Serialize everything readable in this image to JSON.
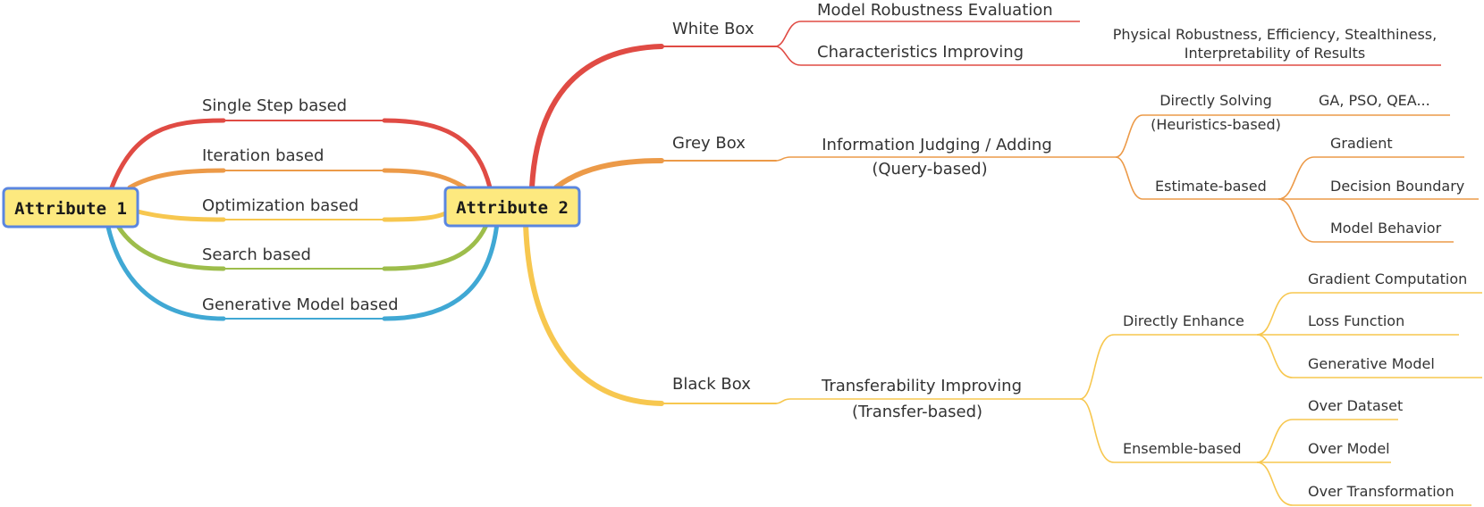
{
  "colors": {
    "red": "#e04b44",
    "orange": "#ec9a48",
    "yellow": "#f7c74f",
    "green": "#9dbd4b",
    "blue": "#40a8d4",
    "root_fill": "#fde97f",
    "root_border": "#5a86e0"
  },
  "roots": {
    "attribute1": "Attribute 1",
    "attribute2": "Attribute 2"
  },
  "methods": {
    "single_step": "Single Step based",
    "iteration": "Iteration based",
    "optimization": "Optimization based",
    "search": "Search based",
    "generative": "Generative Model based"
  },
  "white_box": {
    "label": "White Box",
    "robustness": "Model Robustness Evaluation",
    "characteristics": "Characteristics Improving",
    "characteristics_detail_1": "Physical Robustness, Efficiency, Stealthiness,",
    "characteristics_detail_2": "Interpretability of Results"
  },
  "grey_box": {
    "label": "Grey Box",
    "info_1": "Information Judging / Adding",
    "info_2": "(Query-based)",
    "directly_solving_1": "Directly Solving",
    "directly_solving_2": "(Heuristics-based)",
    "directly_solving_leaf": "GA, PSO, QEA...",
    "estimate": "Estimate-based",
    "estimate_leaves": [
      "Gradient",
      "Decision Boundary",
      "Model Behavior"
    ]
  },
  "black_box": {
    "label": "Black Box",
    "transfer_1": "Transferability Improving",
    "transfer_2": "(Transfer-based)",
    "directly_enhance": "Directly Enhance",
    "enhance_leaves": [
      "Gradient Computation",
      "Loss Function",
      "Generative Model"
    ],
    "ensemble": "Ensemble-based",
    "ensemble_leaves": [
      "Over Dataset",
      "Over Model",
      "Over Transformation"
    ]
  }
}
